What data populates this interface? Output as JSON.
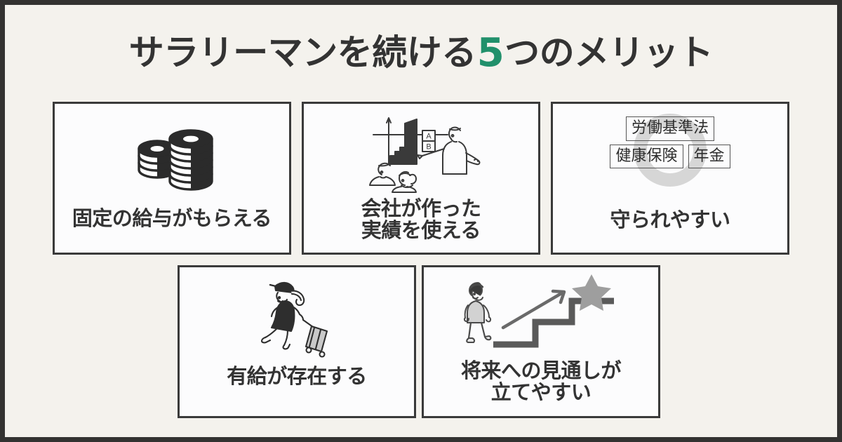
{
  "colors": {
    "frame": "#333231",
    "background": "#F4F2ED",
    "card_background": "#FCFCFD",
    "card_border": "#3A3A3A",
    "text": "#333333",
    "accent_green": "#21906B",
    "icon_gray": "#D6D6D6"
  },
  "title": {
    "lead": "サラリーマンを続ける",
    "number": "5",
    "tail": "つのメリット",
    "full": "サラリーマンを続ける5つのメリット"
  },
  "cards": [
    {
      "id": "fixed-salary",
      "icon": "coin-stacks-icon",
      "caption": "固定の給与がもらえる"
    },
    {
      "id": "company-track-record",
      "icon": "presentation-people-icon",
      "caption": "会社が作った\n実績を使える",
      "chart_label": "A\nB"
    },
    {
      "id": "legal-protection",
      "icon": "legal-shield-icon",
      "caption": "守られやすい",
      "legal_rows": [
        [
          "労働基準法"
        ],
        [
          "健康保険",
          "年金"
        ]
      ]
    },
    {
      "id": "paid-leave",
      "icon": "woman-suitcase-icon",
      "caption": "有給が存在する"
    },
    {
      "id": "future-outlook",
      "icon": "stairs-star-icon",
      "caption": "将来への見通しが\n立てやすい"
    }
  ]
}
